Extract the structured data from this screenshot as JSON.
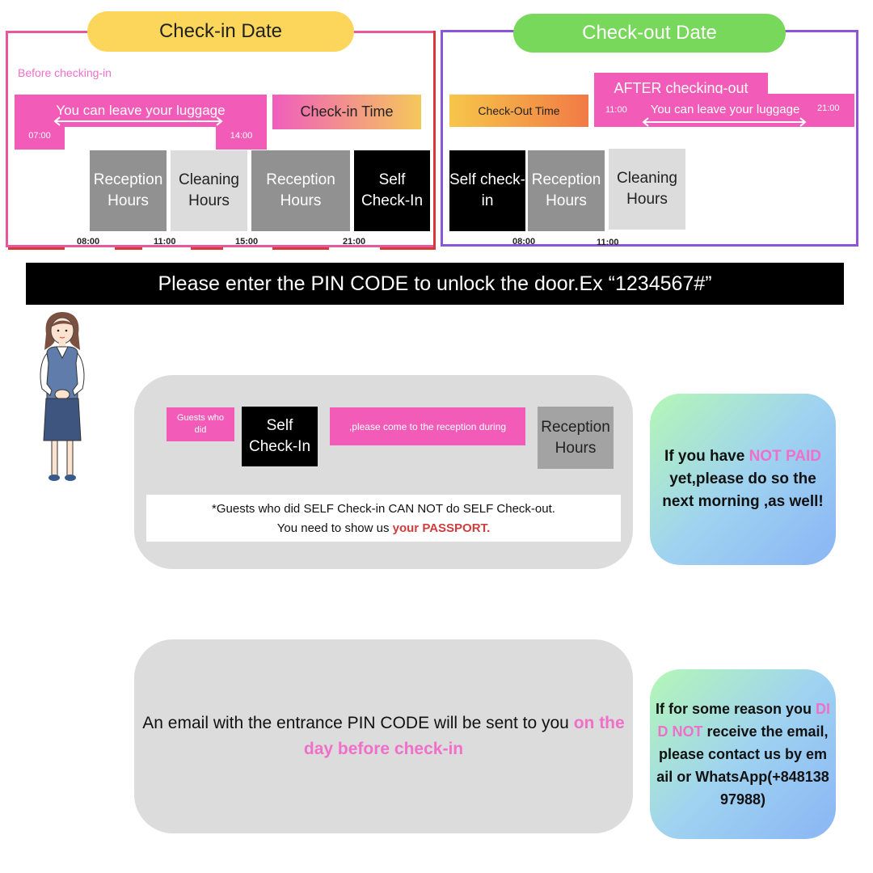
{
  "checkin": {
    "title": "Check-in Date",
    "before_label": "Before checking-in",
    "luggage_label": "You can leave your luggage",
    "luggage_start": "07:00",
    "luggage_end": "14:00",
    "time_label": "Check-in Time",
    "blocks": [
      {
        "label": "Reception Hours"
      },
      {
        "label": "Cleaning Hours"
      },
      {
        "label": "Reception Hours"
      },
      {
        "label": "Self Check-In"
      }
    ],
    "ticks": [
      "08:00",
      "11:00",
      "15:00",
      "21:00"
    ]
  },
  "checkout": {
    "title": "Check-out Date",
    "time_label": "Check-Out Time",
    "after_label": "AFTER checking-out",
    "luggage_start": "11:00",
    "luggage_label": "You can leave your luggage",
    "luggage_end": "21:00",
    "blocks": [
      {
        "label": "Self check-in"
      },
      {
        "label": "Reception Hours"
      },
      {
        "label": "Cleaning Hours"
      }
    ],
    "ticks": [
      "08:00",
      "11:00"
    ]
  },
  "pin_banner": "Please enter the PIN CODE to unlock the door.Ex “1234567#”",
  "self_checkin_panel": {
    "guests_label": "Guests who did",
    "self_checkin": "Self Check-In",
    "come_label": ",please come to the reception during",
    "reception": "Reception Hours",
    "note_line1": "*Guests who did SELF Check-in CAN NOT do SELF Check-out.",
    "note_line2_prefix": "You need to show us ",
    "note_line2_highlight": "your PASSPORT",
    "note_line2_suffix": "."
  },
  "not_paid_bubble": {
    "prefix": "If you have ",
    "highlight": "NOT PAID",
    "suffix": " yet,please do so the next morning ,as well!"
  },
  "email_panel": {
    "text": "An email with the entrance PIN CODE will be sent to you ",
    "highlight": "on the day before check-in"
  },
  "contact_bubble": {
    "prefix": "If for some reason you ",
    "highlight": "DID NOT",
    "suffix": " receive the email,please contact us by email or WhatsApp(+84813897988)"
  },
  "colors": {
    "pink": "#f25cb8",
    "highlight_pink": "#f06fc9",
    "highlight_red": "#d13c3c",
    "checkin_pill": "#fbd65a",
    "checkout_pill": "#78d85c"
  }
}
